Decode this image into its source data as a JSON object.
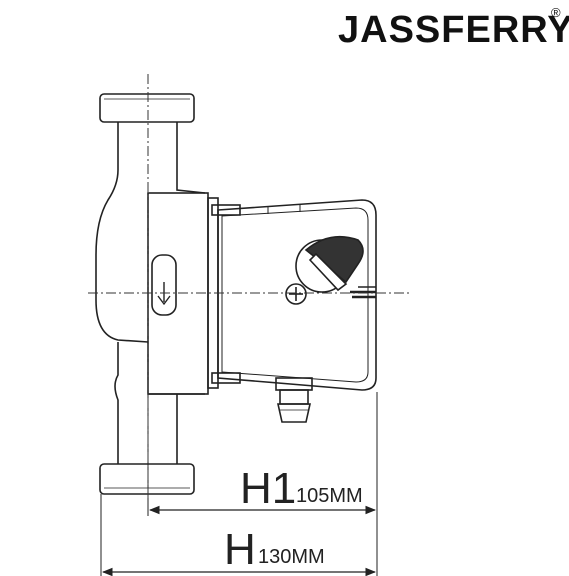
{
  "brand": {
    "name": "JASSFERRY",
    "registered_mark": "®"
  },
  "dimensions": {
    "h1": {
      "symbol": "H1",
      "value": "105MM"
    },
    "h": {
      "symbol": "H",
      "value": "130MM"
    }
  },
  "colors": {
    "line": "#222222",
    "text": "#111111",
    "background": "#ffffff"
  }
}
